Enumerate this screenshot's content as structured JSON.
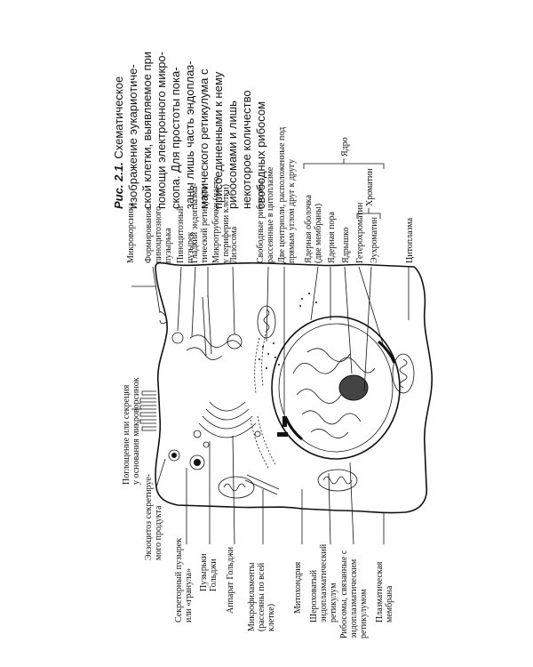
{
  "caption": {
    "lines": [
      {
        "bold": "Рис. 2.1.",
        "text": " Схематическое"
      },
      {
        "text": "изображение эукариотиче-"
      },
      {
        "text": "ской клетки, выявляемое при"
      },
      {
        "text": "помощи электронного микро-"
      },
      {
        "text": "скопа. Для простоты пока-"
      },
      {
        "text": "заны лишь часть эндоплаз-"
      },
      {
        "text": "матического ретикулума с"
      },
      {
        "text": "присоединенными к нему"
      },
      {
        "text": "рибосомами и лишь"
      },
      {
        "text": "некоторое количество"
      },
      {
        "text": "свободных рибосом"
      }
    ]
  },
  "labels_left": [
    {
      "lines": [
        "Поглощение или секреция",
        "у основания микроворсинок"
      ]
    },
    {
      "lines": [
        "Экзоцитоз секретируе-",
        "мого продукта"
      ]
    },
    {
      "lines": [
        "Секреторный пузырек",
        "или «гранула»"
      ]
    },
    {
      "lines": [
        "Пузырьки",
        "Гольджи"
      ]
    },
    {
      "lines": [
        "Аппарат Гольджи"
      ]
    },
    {
      "lines": [
        "Микрофиламенты",
        "(рассеяны по всей",
        "клетке)"
      ]
    },
    {
      "lines": [
        "Митохондрия"
      ]
    },
    {
      "lines": [
        "Шероховатый",
        "эндоплазматический",
        "ретикулум"
      ]
    },
    {
      "lines": [
        "Рибосомы, связанные с",
        "эндоплазматическим",
        "ретикулумом"
      ]
    },
    {
      "lines": [
        "Плазматическая",
        "мембрана"
      ]
    }
  ],
  "labels_right": [
    {
      "lines": [
        "Микроворсинка"
      ]
    },
    {
      "lines": [
        "Формирование",
        "пиноцитозного",
        "пузырька"
      ]
    },
    {
      "lines": [
        "Пиноцитозный",
        "пузырек"
      ]
    },
    {
      "lines": [
        "Гладкий эндоплазма-",
        "тический ретикулум"
      ]
    },
    {
      "lines": [
        "Микротрубочки (часто",
        "у периферии клетки)"
      ]
    },
    {
      "lines": [
        "Лизосома"
      ]
    },
    {
      "lines": [
        "Свободные рибосомы,",
        "рассеянные в цитоплазме"
      ]
    },
    {
      "lines": [
        "Две центриоли, расположенные под",
        "прямым углом друг к другу"
      ]
    },
    {
      "lines": [
        "Ядерная оболочка",
        "(две мембраны)"
      ]
    },
    {
      "lines": [
        "Ядерная пора"
      ]
    },
    {
      "lines": [
        "Ядрышко"
      ]
    },
    {
      "lines": [
        "Гетерохроматин"
      ]
    },
    {
      "lines": [
        "Эухроматин"
      ]
    },
    {
      "lines": [
        "Цитоплазма"
      ]
    }
  ],
  "brackets": {
    "nucleus": "Ядро",
    "chromatin": "Хроматин"
  }
}
